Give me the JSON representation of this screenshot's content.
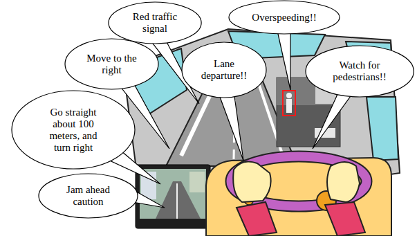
{
  "diagram": {
    "nodes": [
      {
        "text": [
          "Red traffic signal"
        ]
      },
      {
        "text": [
          "Overspeeding!!"
        ]
      },
      {
        "text": [
          "Move to the right"
        ]
      },
      {
        "text": [
          "Lane departure!!"
        ]
      },
      {
        "text": [
          "Watch for pedestrians!!"
        ]
      },
      {
        "text": [
          "Go straight about 100 meters, and turn right"
        ]
      },
      {
        "text": [
          "Jam ahead caution"
        ]
      }
    ]
  }
}
